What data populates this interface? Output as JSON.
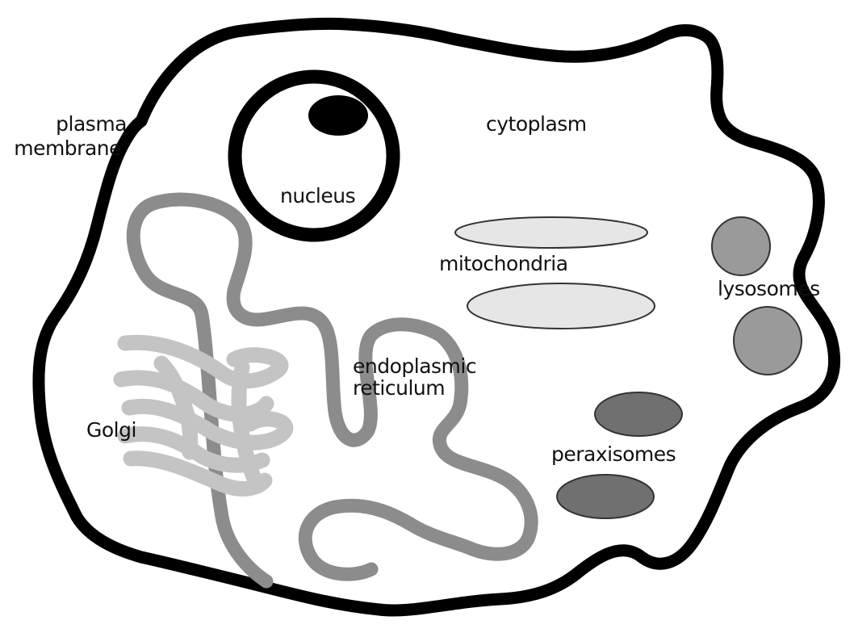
{
  "diagram": {
    "labels": {
      "plasma_membrane_line1": "plasma",
      "plasma_membrane_line2": "membrane",
      "cytoplasm": "cytoplasm",
      "nucleus": "nucleus",
      "mitochondria": "mitochondria",
      "lysosomes": "lysosomes",
      "endoplasmic_reticulum_line1": "endoplasmic",
      "endoplasmic_reticulum_line2": "reticulum",
      "golgi": "Golgi",
      "peroxisomes": "peraxisomes"
    },
    "colors": {
      "membrane": "#000000",
      "nucleus_ring": "#000000",
      "nucleolus": "#000000",
      "endoplasmic_reticulum": "#8c8c8c",
      "golgi": "#c4c4c4",
      "mitochondria_fill": "#e6e6e6",
      "lysosome_fill": "#9a9a9a",
      "peroxisome_fill": "#707070",
      "background": "#ffffff"
    }
  }
}
